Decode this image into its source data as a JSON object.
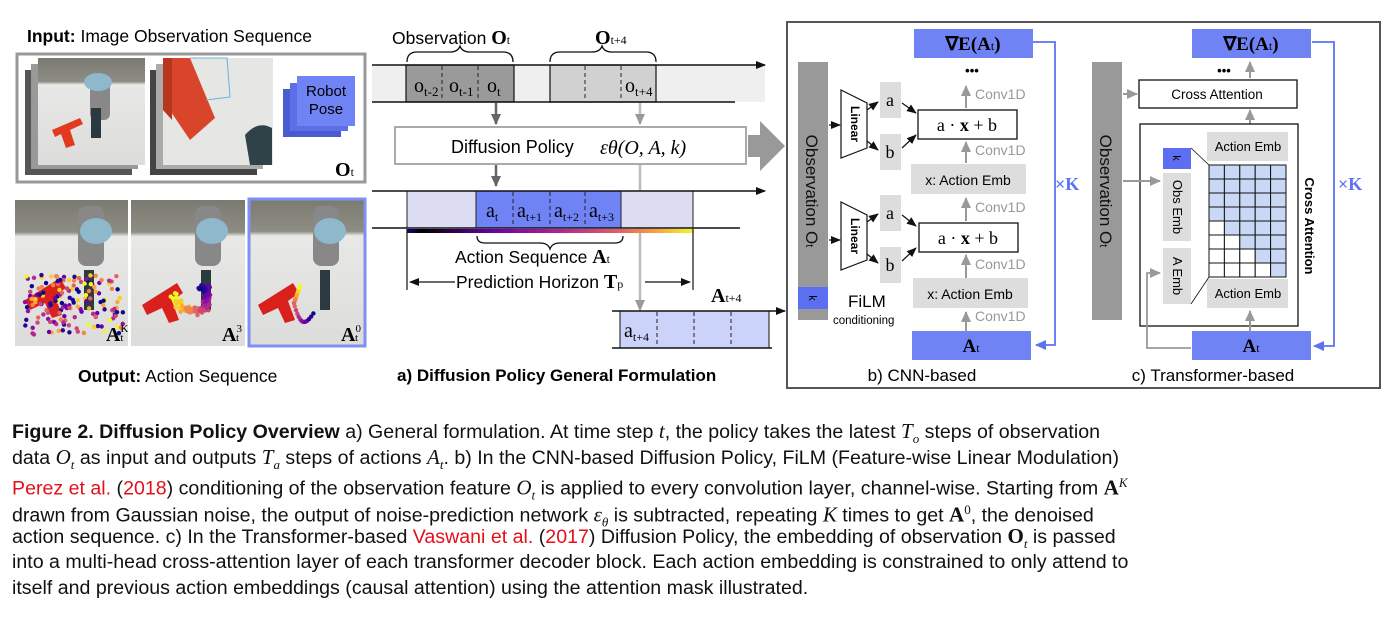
{
  "input_panel": {
    "title_bold": "Input:",
    "title_rest": " Image Observation Sequence",
    "robot_pose_line1": "Robot",
    "robot_pose_line2": "Pose",
    "obs_label": "O",
    "obs_sub": "t"
  },
  "output_panel": {
    "title_bold": "Output:",
    "title_rest": "  Action Sequence",
    "labels": [
      {
        "base": "A",
        "sub": "t",
        "sup": "K"
      },
      {
        "base": "A",
        "sub": "t",
        "sup": "3"
      },
      {
        "base": "A",
        "sub": "t",
        "sup": "0"
      }
    ]
  },
  "formulation": {
    "observation_label": "Observation ",
    "observation_bold": "O",
    "observation_sub": "t",
    "future_obs_bold": "O",
    "future_obs_sub": "t+4",
    "obs_cells": [
      {
        "base": "o",
        "sub": "t-2"
      },
      {
        "base": "o",
        "sub": "t-1"
      },
      {
        "base": "o",
        "sub": "t"
      }
    ],
    "future_obs_cell": {
      "base": "o",
      "sub": "t+4"
    },
    "policy_label": "Diffusion Policy",
    "policy_formula": "εθ(O, A, k)",
    "action_cells": [
      {
        "base": "a",
        "sub": "t"
      },
      {
        "base": "a",
        "sub": "t+1"
      },
      {
        "base": "a",
        "sub": "t+2"
      },
      {
        "base": "a",
        "sub": "t+3"
      }
    ],
    "action_seq_label": "Action Sequence ",
    "action_seq_bold": "A",
    "action_seq_sub": "t",
    "horizon_label": "Prediction Horizon ",
    "horizon_bold": "T",
    "horizon_sub": "p",
    "future_action_bold": "A",
    "future_action_sub": "t+4",
    "future_action_cell": {
      "base": "a",
      "sub": "t+4"
    },
    "section_title": "a) Diffusion Policy General Formulation"
  },
  "cnn": {
    "grad_label": "∇E(A",
    "grad_sub": "t",
    "grad_close": ")",
    "ellipsis": "•••",
    "conv_label": "Conv1D",
    "linear_label": "Linear",
    "film_a": "a",
    "film_b": "b",
    "film_formula_a": "a · ",
    "film_formula_x": "x",
    "film_formula_b": " + b",
    "action_emb_label": "x: Action Emb",
    "observation_vertical": "Observation O",
    "observation_vertical_sub": "t",
    "k_label": "k",
    "film_title": "FiLM",
    "film_subtitle": "conditioning",
    "input_label": "A",
    "input_sub": "t",
    "repeat_label": "×K",
    "section_title": "b) CNN-based"
  },
  "transformer": {
    "grad_label": "∇E(A",
    "grad_sub": "t",
    "grad_close": ")",
    "ellipsis": "•••",
    "cross_attention_label": "Cross Attention",
    "action_emb_top": "Action Emb",
    "action_emb_bottom": "Action Emb",
    "k_label": "k",
    "obs_emb_label": "Obs Emb",
    "a_emb_label": "A Emb",
    "cross_attention_vertical": "Cross Attention",
    "observation_vertical": "Observation O",
    "observation_vertical_sub": "t",
    "input_label": "A",
    "input_sub": "t",
    "repeat_label": "×K",
    "section_title": "c) Transformer-based",
    "mask_rows": 8,
    "mask_cols": 5,
    "mask_unmasked_per_row": [
      5,
      5,
      5,
      5,
      4,
      3,
      2,
      1
    ]
  },
  "colors": {
    "accent_blue": "#7083f5",
    "light_blue": "#ccd3fb",
    "mask_blue": "#c9d9f5",
    "gray_dark": "#999999",
    "gray_light": "#dddddd",
    "ref_red": "#e3101a"
  },
  "caption": {
    "l1_bold": "Figure 2.  Diffusion Policy Overview",
    "l1_a": "  a) General formulation. At time step ",
    "l1_t": "t",
    "l1_b": ", the policy takes the latest ",
    "l1_To": "T",
    "l1_To_sub": "o",
    "l1_c": " steps of observation",
    "l2_a": "data ",
    "l2_O": "O",
    "l2_O_sub": "t",
    "l2_b": " as input and outputs ",
    "l2_T": "T",
    "l2_T_sub": "a",
    "l2_c": " steps of actions ",
    "l2_A": "A",
    "l2_A_sub": "t",
    "l2_d": ". b) In the CNN-based Diffusion Policy, FiLM (Feature-wise Linear Modulation)",
    "l3_ref": "Perez et al.",
    "l3_a": " (",
    "l3_year": "2018",
    "l3_b": ") conditioning of the observation feature ",
    "l3_O": "O",
    "l3_O_sub": "t",
    "l3_c": " is applied to every convolution layer, channel-wise. Starting from ",
    "l3_A": "A",
    "l3_A_sub": "t",
    "l3_A_sup": "K",
    "l4_a": "drawn from Gaussian noise, the output of noise-prediction network ",
    "l4_eps": "ε",
    "l4_eps_sub": "θ",
    "l4_b": " is subtracted, repeating ",
    "l4_K": "K",
    "l4_c": " times to get ",
    "l4_A": "A",
    "l4_A_sub": "t",
    "l4_A_sup": "0",
    "l4_d": ", the denoised",
    "l5_a": "action sequence. c) In the Transformer-based ",
    "l5_ref": "Vaswani et al.",
    "l5_b": " (",
    "l5_year": "2017",
    "l5_c": ") Diffusion Policy, the embedding of observation ",
    "l5_O": "O",
    "l5_O_sub": "t",
    "l5_d": " is passed",
    "l6": "into a multi-head cross-attention layer of each transformer decoder block. Each action embedding is constrained to only attend to",
    "l7": "itself and previous action embeddings (causal attention) using the attention mask illustrated."
  }
}
